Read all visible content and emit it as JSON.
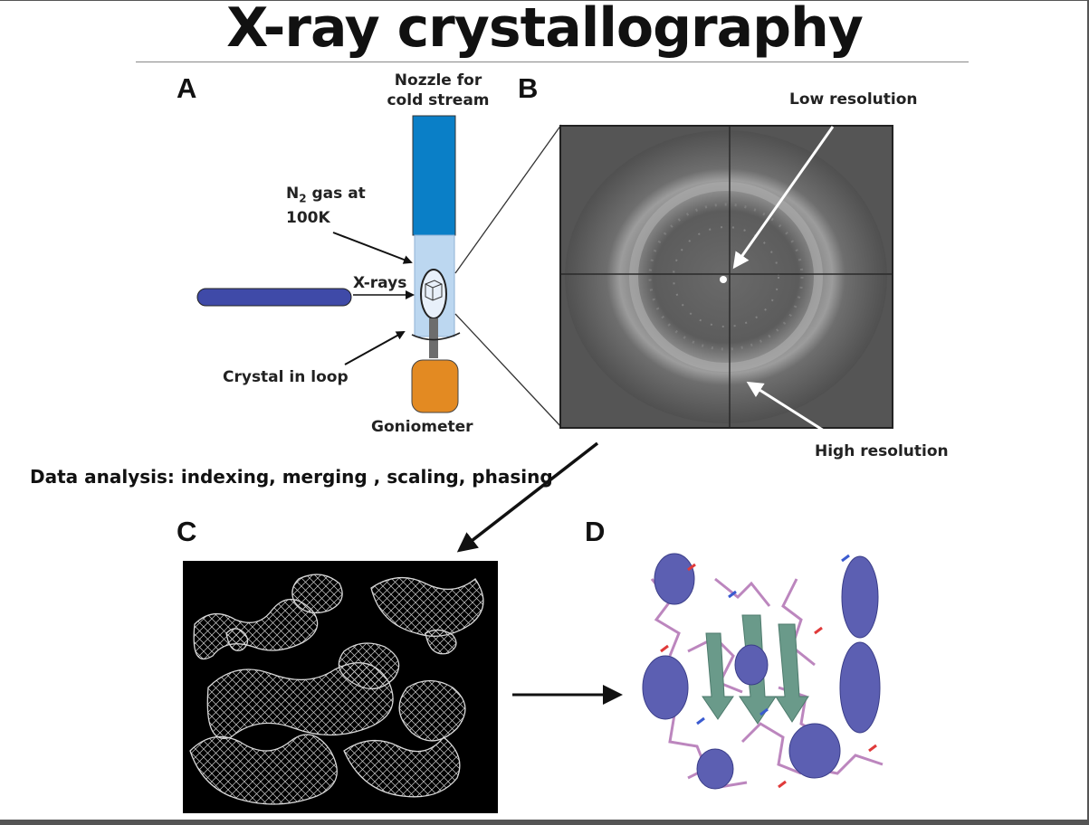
{
  "title": "X-ray crystallography",
  "panels": {
    "a": {
      "letter": "A",
      "nozzle_label_1": "Nozzle for",
      "nozzle_label_2": "cold stream",
      "gas_label_1": "N",
      "gas_label_sub": "2",
      "gas_label_rest": " gas at",
      "gas_label_2": "100K",
      "xray_label": "X-rays",
      "crystal_label": "Crystal in loop",
      "goniometer_label": "Goniometer"
    },
    "b": {
      "letter": "B",
      "low_resolution_label": "Low resolution",
      "high_resolution_label": "High resolution"
    },
    "c": {
      "letter": "C"
    },
    "d": {
      "letter": "D"
    }
  },
  "data_analysis_text": "Data analysis: indexing, merging , scaling, phasing",
  "colors": {
    "nozzle": "#0a7fc7",
    "cold_stream": "#bcd7f0",
    "xray_tube": "#3f4aa8",
    "goniometer": "#e38a22",
    "detector_bg": "#5a5a5a",
    "density_map_bg": "#000000",
    "protein_helix": "#5c5fb2",
    "protein_sheet": "#6a9a8a",
    "protein_sticks": "#b57ab8"
  },
  "icons": {
    "xray_source": "xray-tube-icon",
    "crystal": "crystal-loop-icon",
    "goniometer": "goniometer-icon"
  }
}
